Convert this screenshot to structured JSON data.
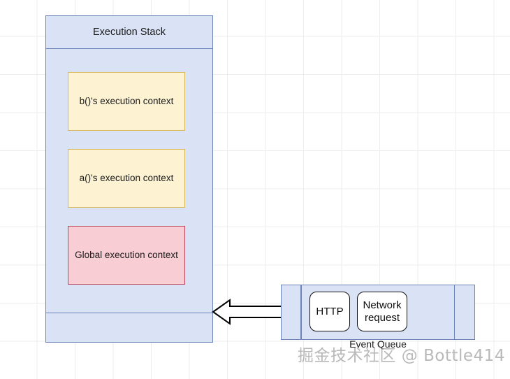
{
  "diagram": {
    "execution_stack": {
      "title": "Execution Stack",
      "frames": [
        {
          "label": "b()'s execution context",
          "color": "#fdf2d2",
          "border": "#d6b656"
        },
        {
          "label": "a()'s execution context",
          "color": "#fdf2d2",
          "border": "#d6b656"
        },
        {
          "label": "Global execution context",
          "color": "#f8cdd3",
          "border": "#b8445a"
        }
      ],
      "fill": "#dae3f5",
      "border": "#6b84b5"
    },
    "arrow": {
      "name": "left-arrow",
      "direction": "left",
      "fill": "#ffffff",
      "stroke": "#000000"
    },
    "event_queue": {
      "title": "Event Queue",
      "fill": "#dae3f5",
      "border": "#6b84b5",
      "items": [
        {
          "label": "HTTP"
        },
        {
          "label": "Network request"
        }
      ]
    },
    "watermark": {
      "text": "掘金技术社区 @ Bottle414",
      "color": "#8f8f8f"
    }
  }
}
